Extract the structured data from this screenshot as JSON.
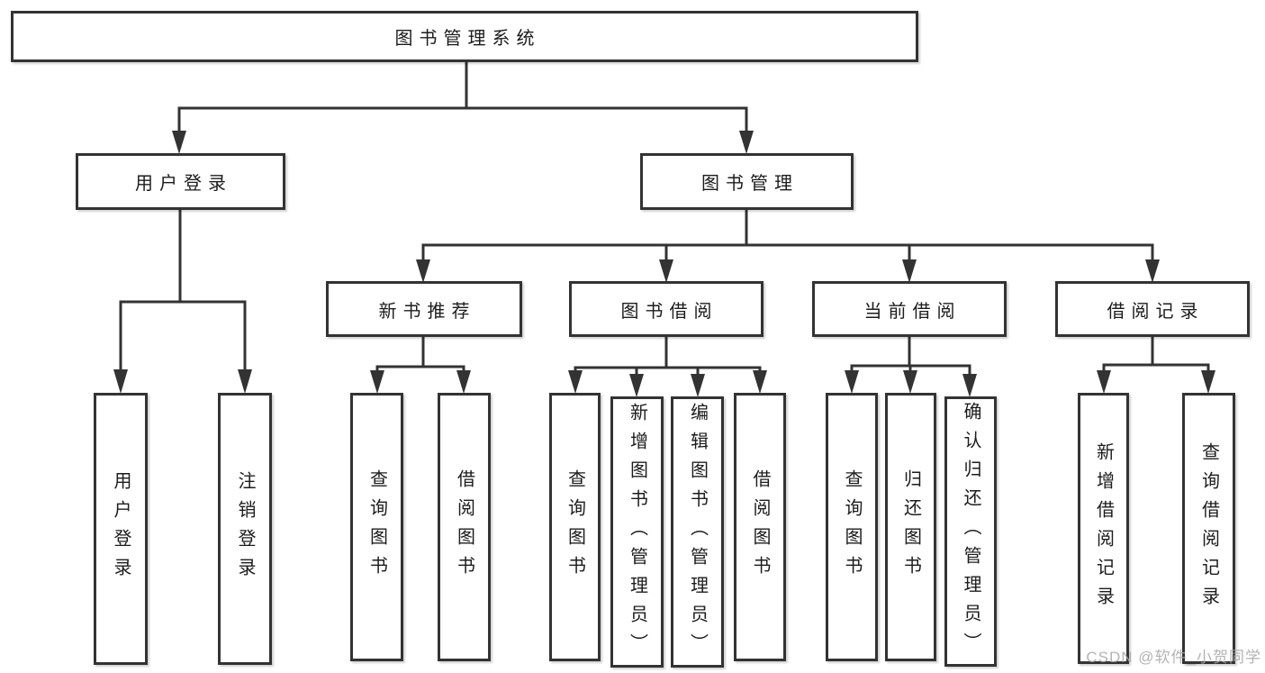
{
  "tree": {
    "root": {
      "label": "图书管理系统",
      "children": [
        {
          "label": "用户登录",
          "children": [
            {
              "label": "用户登录"
            },
            {
              "label": "注销登录"
            }
          ]
        },
        {
          "label": "图书管理",
          "children": [
            {
              "label": "新书推荐",
              "children": [
                {
                  "label": "查询图书"
                },
                {
                  "label": "借阅图书"
                }
              ]
            },
            {
              "label": "图书借阅",
              "children": [
                {
                  "label": "查询图书"
                },
                {
                  "label": "新增图书（管理员）"
                },
                {
                  "label": "编辑图书（管理员）"
                },
                {
                  "label": "借阅图书"
                }
              ]
            },
            {
              "label": "当前借阅",
              "children": [
                {
                  "label": "查询图书"
                },
                {
                  "label": "归还图书"
                },
                {
                  "label": "确认归还（管理员）"
                }
              ]
            },
            {
              "label": "借阅记录",
              "children": [
                {
                  "label": "新增借阅记录"
                },
                {
                  "label": "查询借阅记录"
                }
              ]
            }
          ]
        }
      ]
    }
  },
  "watermark": {
    "text": "CSDN @软件_小贺同学"
  },
  "colors": {
    "line": "#333333",
    "box_border": "#333333",
    "text": "#1c1c1c",
    "background": "#ffffff",
    "watermark": "#a8a8a8"
  }
}
